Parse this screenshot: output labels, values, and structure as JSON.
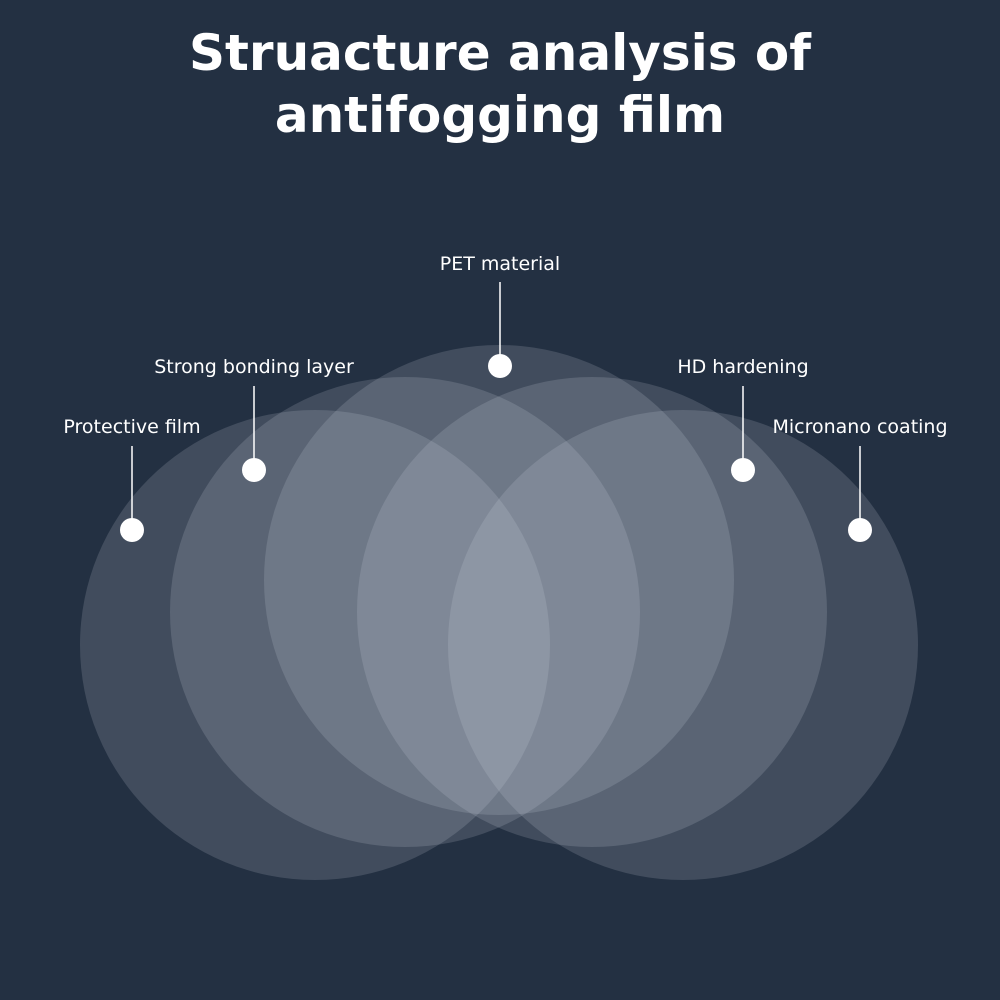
{
  "title": {
    "line1": "Struacture analysis of",
    "line2": "antifogging film"
  },
  "layers": [
    {
      "id": "protective-film",
      "label": "Protective film"
    },
    {
      "id": "strong-bonding-layer",
      "label": "Strong bonding layer"
    },
    {
      "id": "pet-material",
      "label": "PET material"
    },
    {
      "id": "hd-hardening",
      "label": "HD hardening"
    },
    {
      "id": "micronano-coating",
      "label": "Micronano coating"
    }
  ],
  "colors": {
    "background": "#233042",
    "circle_fill": "#d6dde6",
    "text": "#ffffff",
    "marker": "#ffffff"
  }
}
